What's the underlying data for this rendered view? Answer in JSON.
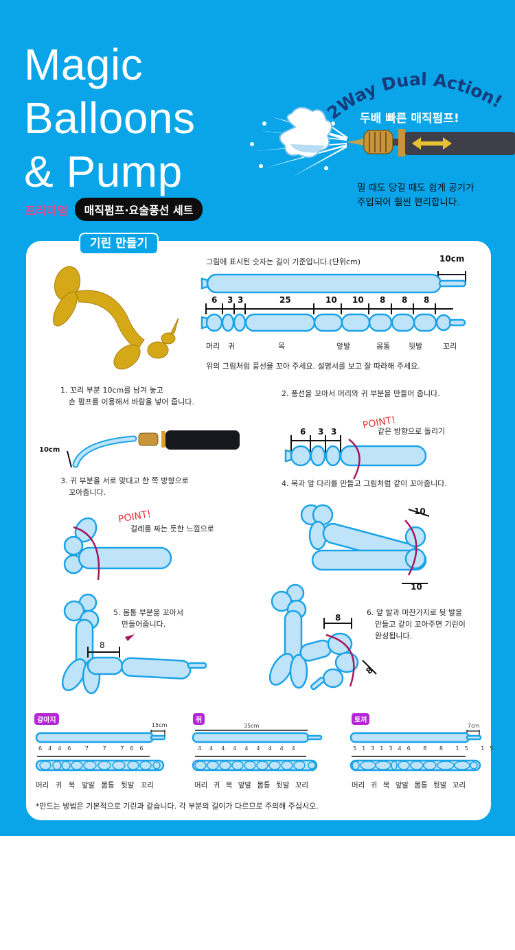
{
  "header": {
    "title_lines": [
      "Magic",
      "Balloons",
      "& Pump"
    ],
    "premium_label": "프리미엄",
    "product_pill": "매직펌프·요술풍선 세트"
  },
  "promo": {
    "headline": "2Way Dual Action!",
    "subheadline": "두배 빠른 매직펌프!",
    "description_lines": [
      "밀 때도 당길 때도 쉽게 공기가",
      "주입되어 훨씬 편리합니다."
    ],
    "icons": [
      "air-burst-icon",
      "hand-pump-icon",
      "double-arrow-icon"
    ]
  },
  "colors": {
    "background": "#09a5e8",
    "balloon_fill": "#bfe3f8",
    "balloon_stroke": "#1aa3e6",
    "premium_pink": "#e8478d",
    "twist_arrow": "#a3185f",
    "point_red": "#e43030",
    "badge_purple": "#b427d6",
    "headline_navy": "#163a7a"
  },
  "giraffe": {
    "tab_label": "기린 만들기",
    "note": "그림에 표시된 숫자는 길이 기준입니다.(단위cm)",
    "tail_length": "10cm",
    "segments": [
      "6",
      "3",
      "3",
      "25",
      "10",
      "10",
      "8",
      "8",
      "8"
    ],
    "part_labels": [
      "머리",
      "귀",
      "목",
      "앞발",
      "몸통",
      "뒷발",
      "꼬리"
    ],
    "instruction": "위의 그림처럼 풍선을 꼬아 주세요. 설명서를 보고 잘 따라해 주세요."
  },
  "steps": [
    {
      "n": "1",
      "lines": [
        "1. 꼬리 부분 10cm를 남겨 놓고",
        "손 펌프를 이용해서 바람을 넣어 줍니다."
      ],
      "measure": "10cm"
    },
    {
      "n": "2",
      "lines": [
        "2. 풍선을 꼬아서 머리와 귀 부분을 만들어 줍니다."
      ],
      "point": "POINT!",
      "point_text": "같은 방향으로 돌리기",
      "segments": [
        "6",
        "3",
        "3"
      ]
    },
    {
      "n": "3",
      "lines": [
        "3. 귀 부분을 서로 맞대고 한 쪽 방향으로",
        "꼬아줍니다."
      ],
      "point": "POINT!",
      "point_text": "걸레를 짜는 듯한 느낌으로"
    },
    {
      "n": "4",
      "lines": [
        "4. 목과 앞 다리를 만들고 그림처럼 같이 꼬아줍니다."
      ],
      "segments": [
        "10",
        "10"
      ]
    },
    {
      "n": "5",
      "lines": [
        "5. 몸통 부분을 꼬아서",
        "만들어줍니다."
      ],
      "segments": [
        "8"
      ]
    },
    {
      "n": "6",
      "lines": [
        "6. 앞 발과 마찬가지로 뒷 발을",
        "만들고 같이 꼬아주면 기린이",
        "완성됩니다."
      ],
      "segments": [
        "8",
        "8"
      ]
    }
  ],
  "variants": [
    {
      "name": "강아지",
      "tail": "15cm",
      "segments": [
        "6",
        "4",
        "4",
        "6",
        "7",
        "7",
        "7",
        "6",
        "6"
      ],
      "part_labels": [
        "머리",
        "귀",
        "목",
        "앞발",
        "몸통",
        "뒷발",
        "꼬리"
      ]
    },
    {
      "name": "쥐",
      "total": "35cm",
      "segments": [
        "4",
        "4",
        "4",
        "4",
        "4",
        "4",
        "4",
        "4",
        "4"
      ],
      "part_labels": [
        "머리",
        "귀",
        "목",
        "앞발",
        "몸통",
        "뒷발",
        "꼬리"
      ]
    },
    {
      "name": "토끼",
      "tail": "7cm",
      "segments": [
        "5",
        "13",
        "13",
        "4",
        "6",
        "8",
        "8",
        "15",
        "15"
      ],
      "part_labels": [
        "머리",
        "귀",
        "목",
        "앞발",
        "몸통",
        "뒷발",
        "꼬리"
      ]
    }
  ],
  "footnote": "*만드는 방법은 기본적으로 기린과 같습니다. 각 부분의 길이가 다르므로 주의해 주십시오."
}
